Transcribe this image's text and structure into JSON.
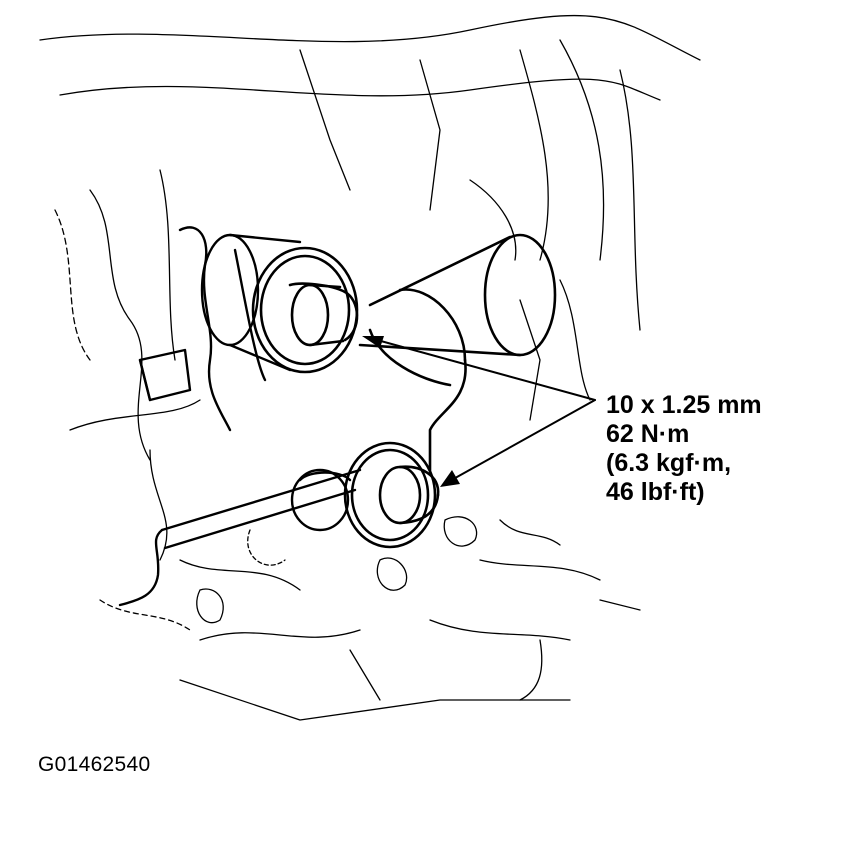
{
  "callout": {
    "line1": "10 x 1.25 mm",
    "line2": "62 N·m",
    "line3": "(6.3 kgf·m,",
    "line4": "46 lbf·ft)"
  },
  "figure_id": "G01462540",
  "colors": {
    "ink": "#000000",
    "paper": "#ffffff"
  }
}
